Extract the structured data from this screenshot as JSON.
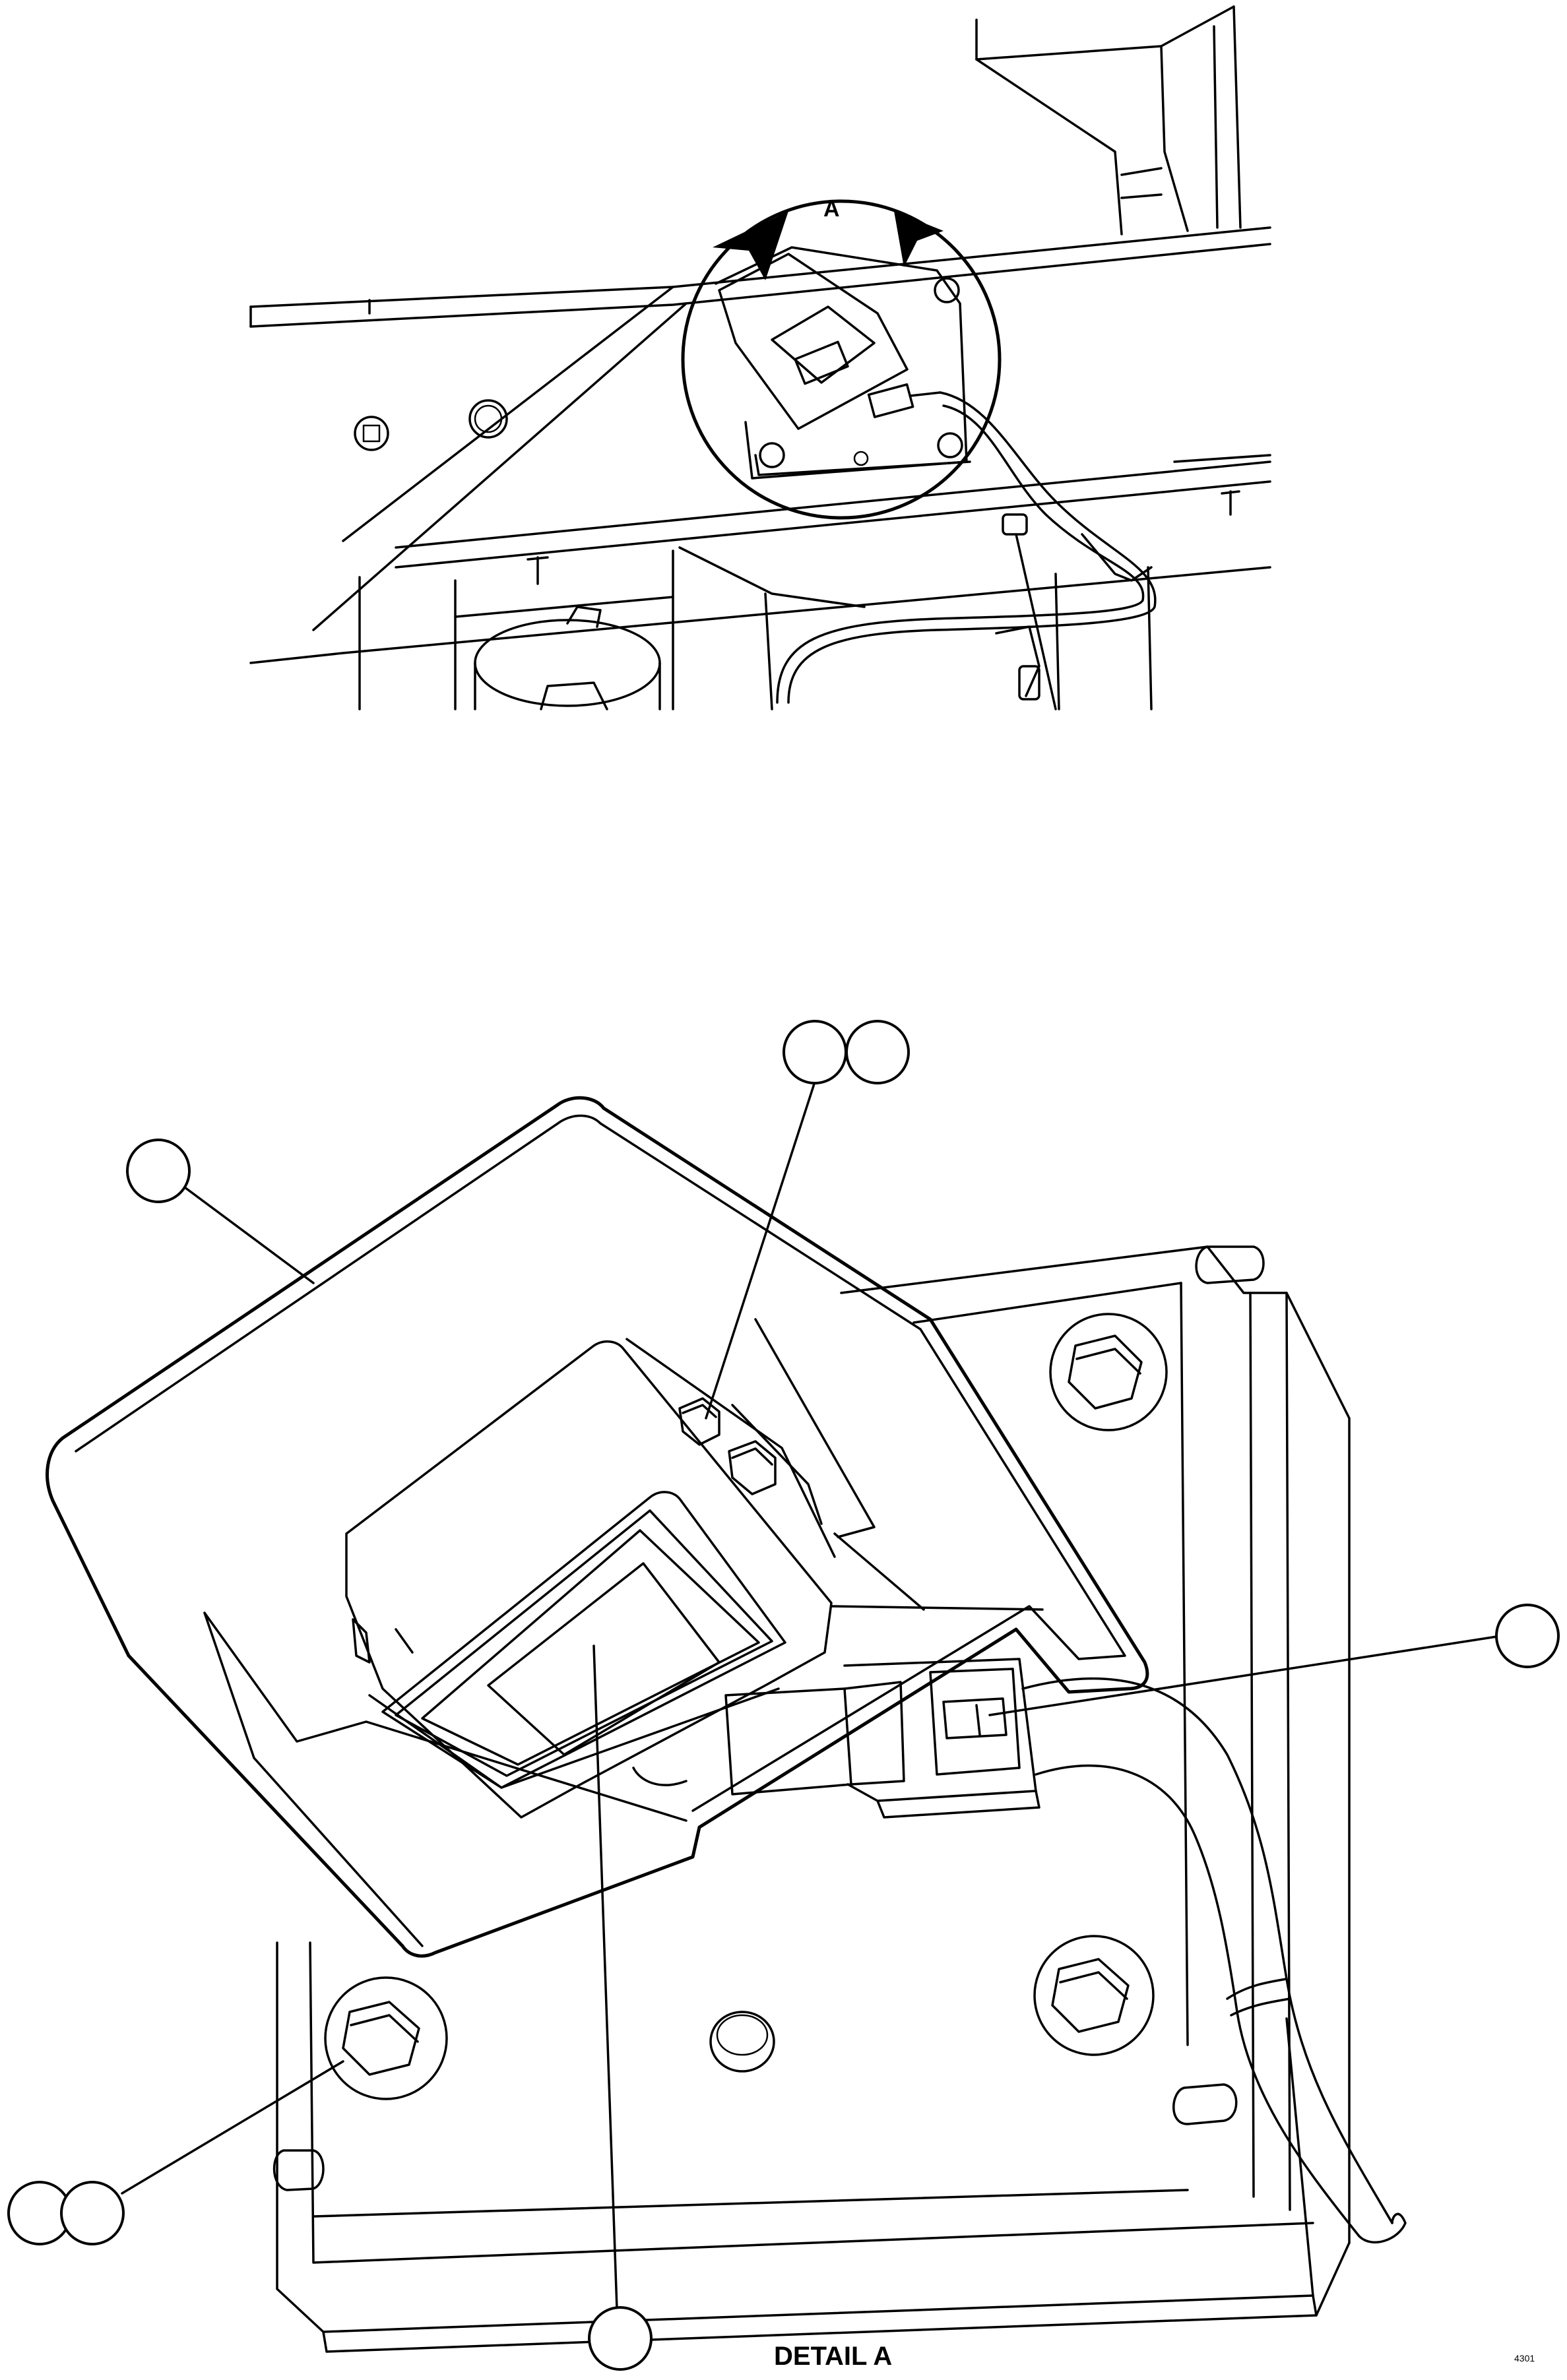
{
  "view_label": "A",
  "detail_label": "DETAIL A",
  "figure_code": "4301",
  "callout_count": 7
}
